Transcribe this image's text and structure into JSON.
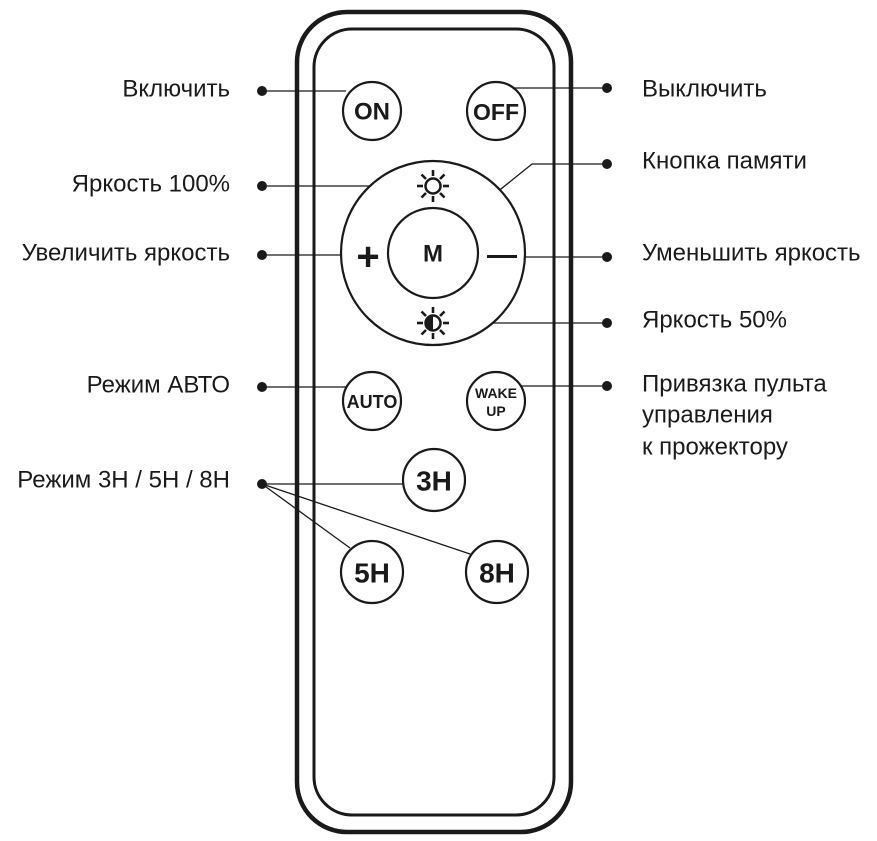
{
  "remote": {
    "buttons": {
      "on": "ON",
      "off": "OFF",
      "memory": "M",
      "plus": "+",
      "minus": "—",
      "auto": "AUTO",
      "wake_line1": "WAKE",
      "wake_line2": "UP",
      "h3": "3H",
      "h5": "5H",
      "h8": "8H"
    },
    "icons": {
      "brightness_100": "sun-outline-icon",
      "brightness_50": "sun-half-icon"
    }
  },
  "labels": {
    "on": "Включить",
    "off": "Выключить",
    "brightness_100": "Яркость 100%",
    "memory": "Кнопка памяти",
    "increase": "Увеличить яркость",
    "decrease": "Уменьшить яркость",
    "brightness_50": "Яркость 50%",
    "auto": "Режим АВТО",
    "pairing": [
      "Привязка пульта",
      "управления",
      "к прожектору"
    ],
    "timer": "Режим 3H / 5H / 8H"
  },
  "colors": {
    "ink": "#1a1a1a",
    "background": "#ffffff"
  }
}
